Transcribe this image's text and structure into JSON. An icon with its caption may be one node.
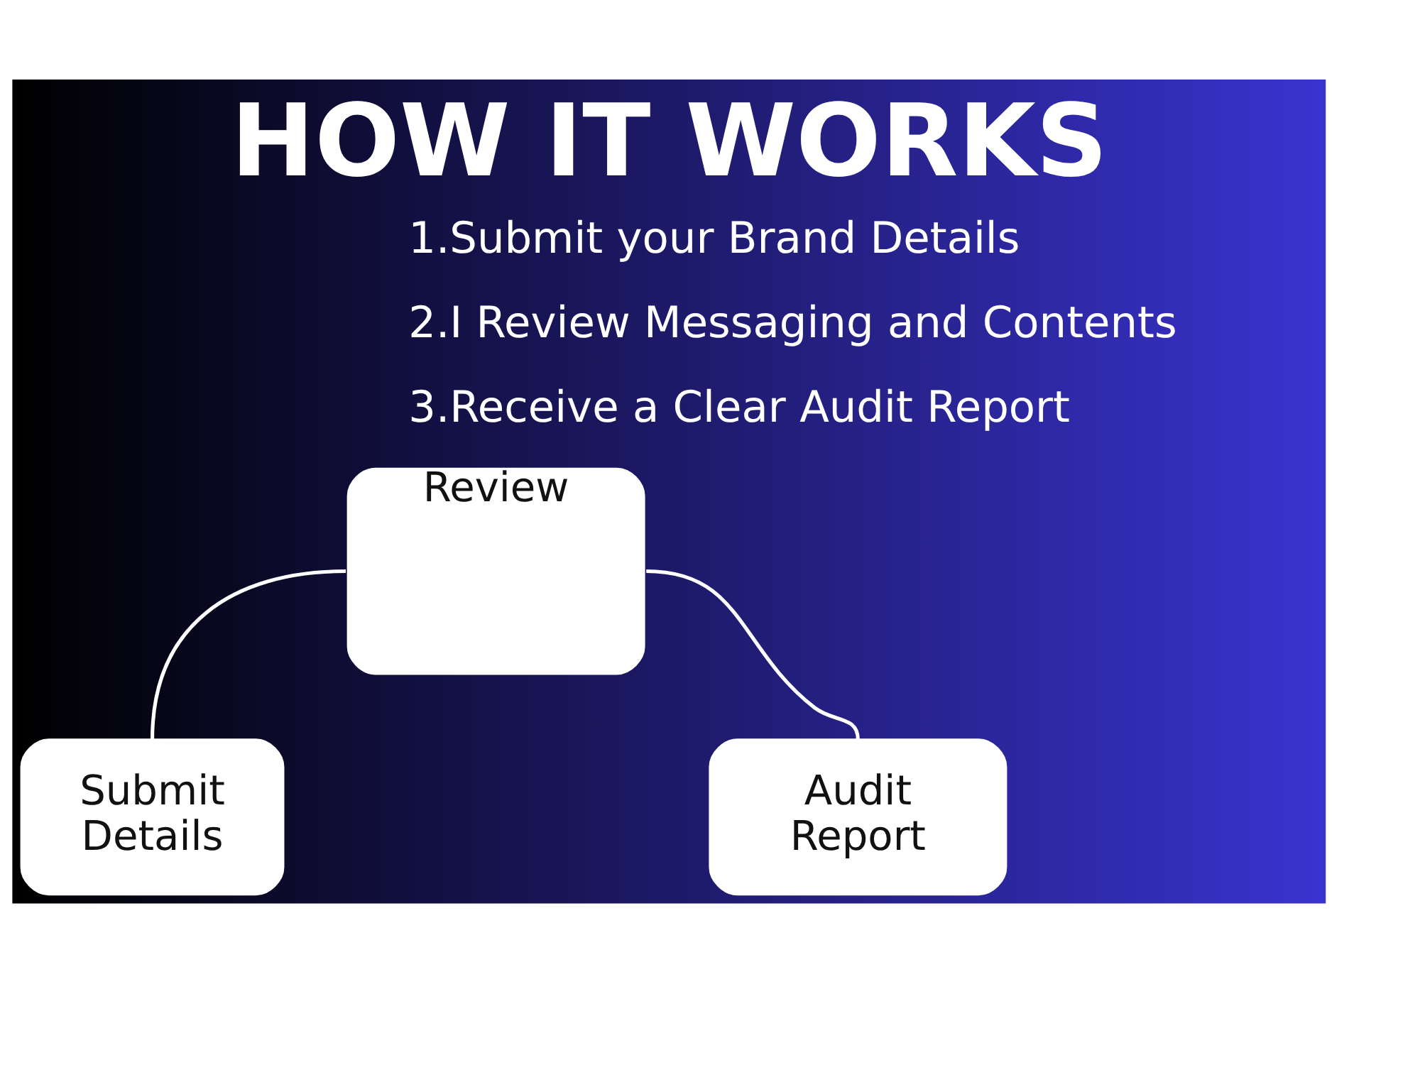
{
  "diagram": {
    "title": "HOW IT WORKS",
    "nodes": [
      {
        "text": [
          "Review"
        ]
      },
      {
        "text": [
          "Submit Details"
        ]
      },
      {
        "text": [
          "Audit Report"
        ]
      }
    ],
    "edges": [
      {
        "from": 0,
        "to": 1,
        "arrow": "none"
      },
      {
        "from": 0,
        "to": 2,
        "arrow": "none"
      }
    ],
    "labels": [
      "1.Submit your Brand Details",
      "2.I Review Messaging and Contents",
      "3.Receive a Clear Audit Report"
    ]
  }
}
